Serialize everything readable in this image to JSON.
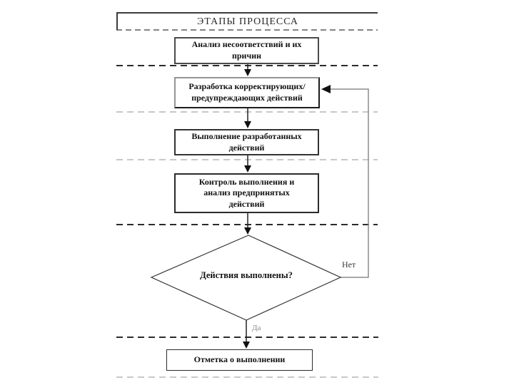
{
  "diagram": {
    "title": "ЭТАПЫ ПРОЦЕССА",
    "nodes": {
      "analysis": "Анализ несоответствий и их причин",
      "develop": "Разработка корректирующих/ предупреждающих действий",
      "execute": "Выполнение разработанных действий",
      "control": "Контроль выполнения и анализ предпринятых действий",
      "decision": "Действия выполнены?",
      "mark": "Отметка о выполнении"
    },
    "labels": {
      "no": "Нет",
      "yes": "Да"
    },
    "colors": {
      "node_border": "#2b2b2b",
      "dark_dash": "#2b2b2b",
      "light_dash": "#b5b5b5",
      "feedback_line": "#8c8c8c",
      "background": "#ffffff"
    }
  }
}
